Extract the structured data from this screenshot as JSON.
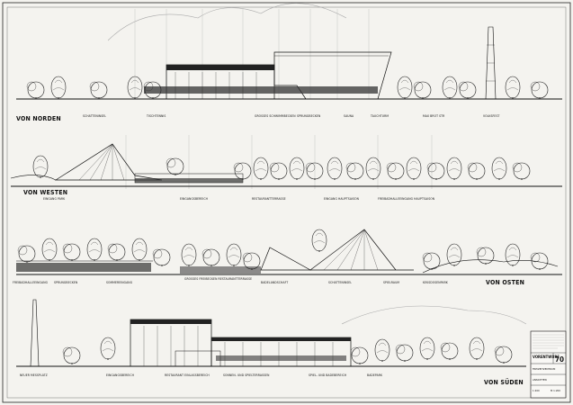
{
  "sheet": {
    "number": "70",
    "title_block": {
      "heading": "VORENTWURF",
      "rows": [
        "FREIZEITZENTRUM",
        "ANSICHTEN",
        "1:200",
        "M 1:200"
      ]
    }
  },
  "sections": {
    "north": {
      "title": "VON NORDEN",
      "labels": [
        "SCHATTENINSEL",
        "TISCHTENNIS",
        "GROSSES SCHWIMMBECKEN",
        "SPRUNGBECKEN",
        "SAUNA",
        "TAUCHTURM",
        "MAX BROT STR",
        "VOLKSFEST"
      ]
    },
    "west": {
      "title": "VON WESTEN",
      "labels": [
        "EINGANG PARK",
        "EINGANGSBEREICH",
        "RESTAURANTTERRASSE",
        "EINGANG HAUPTSAISON",
        "FREIBADHALLEEINGANG HAUPTSAISON"
      ]
    },
    "east": {
      "title": "VON OSTEN",
      "labels": [
        "FREIBADHALLEEINGANG",
        "SPRUNGBECKEN",
        "SOMMEREINGANG",
        "GROSSES FREIBECKEN RESTAURANTTERRASSE",
        "BADELANDSCHAFT",
        "SCHATTENINSEL",
        "SPIELRAUM",
        "KEKSDOSENPARK"
      ]
    },
    "south": {
      "title": "VON SÜDEN",
      "labels": [
        "NEUER MESSPLATZ",
        "EINGANGSBEREICH",
        "RESTAURANT EINLASSBEREICH",
        "SONNEN- UND SPIELTERRASSEN",
        "SPIEL- UND BADEBEREICH",
        "BADEPARK"
      ]
    }
  },
  "colors": {
    "paper": "#f4f3ef",
    "ink": "#111111"
  }
}
